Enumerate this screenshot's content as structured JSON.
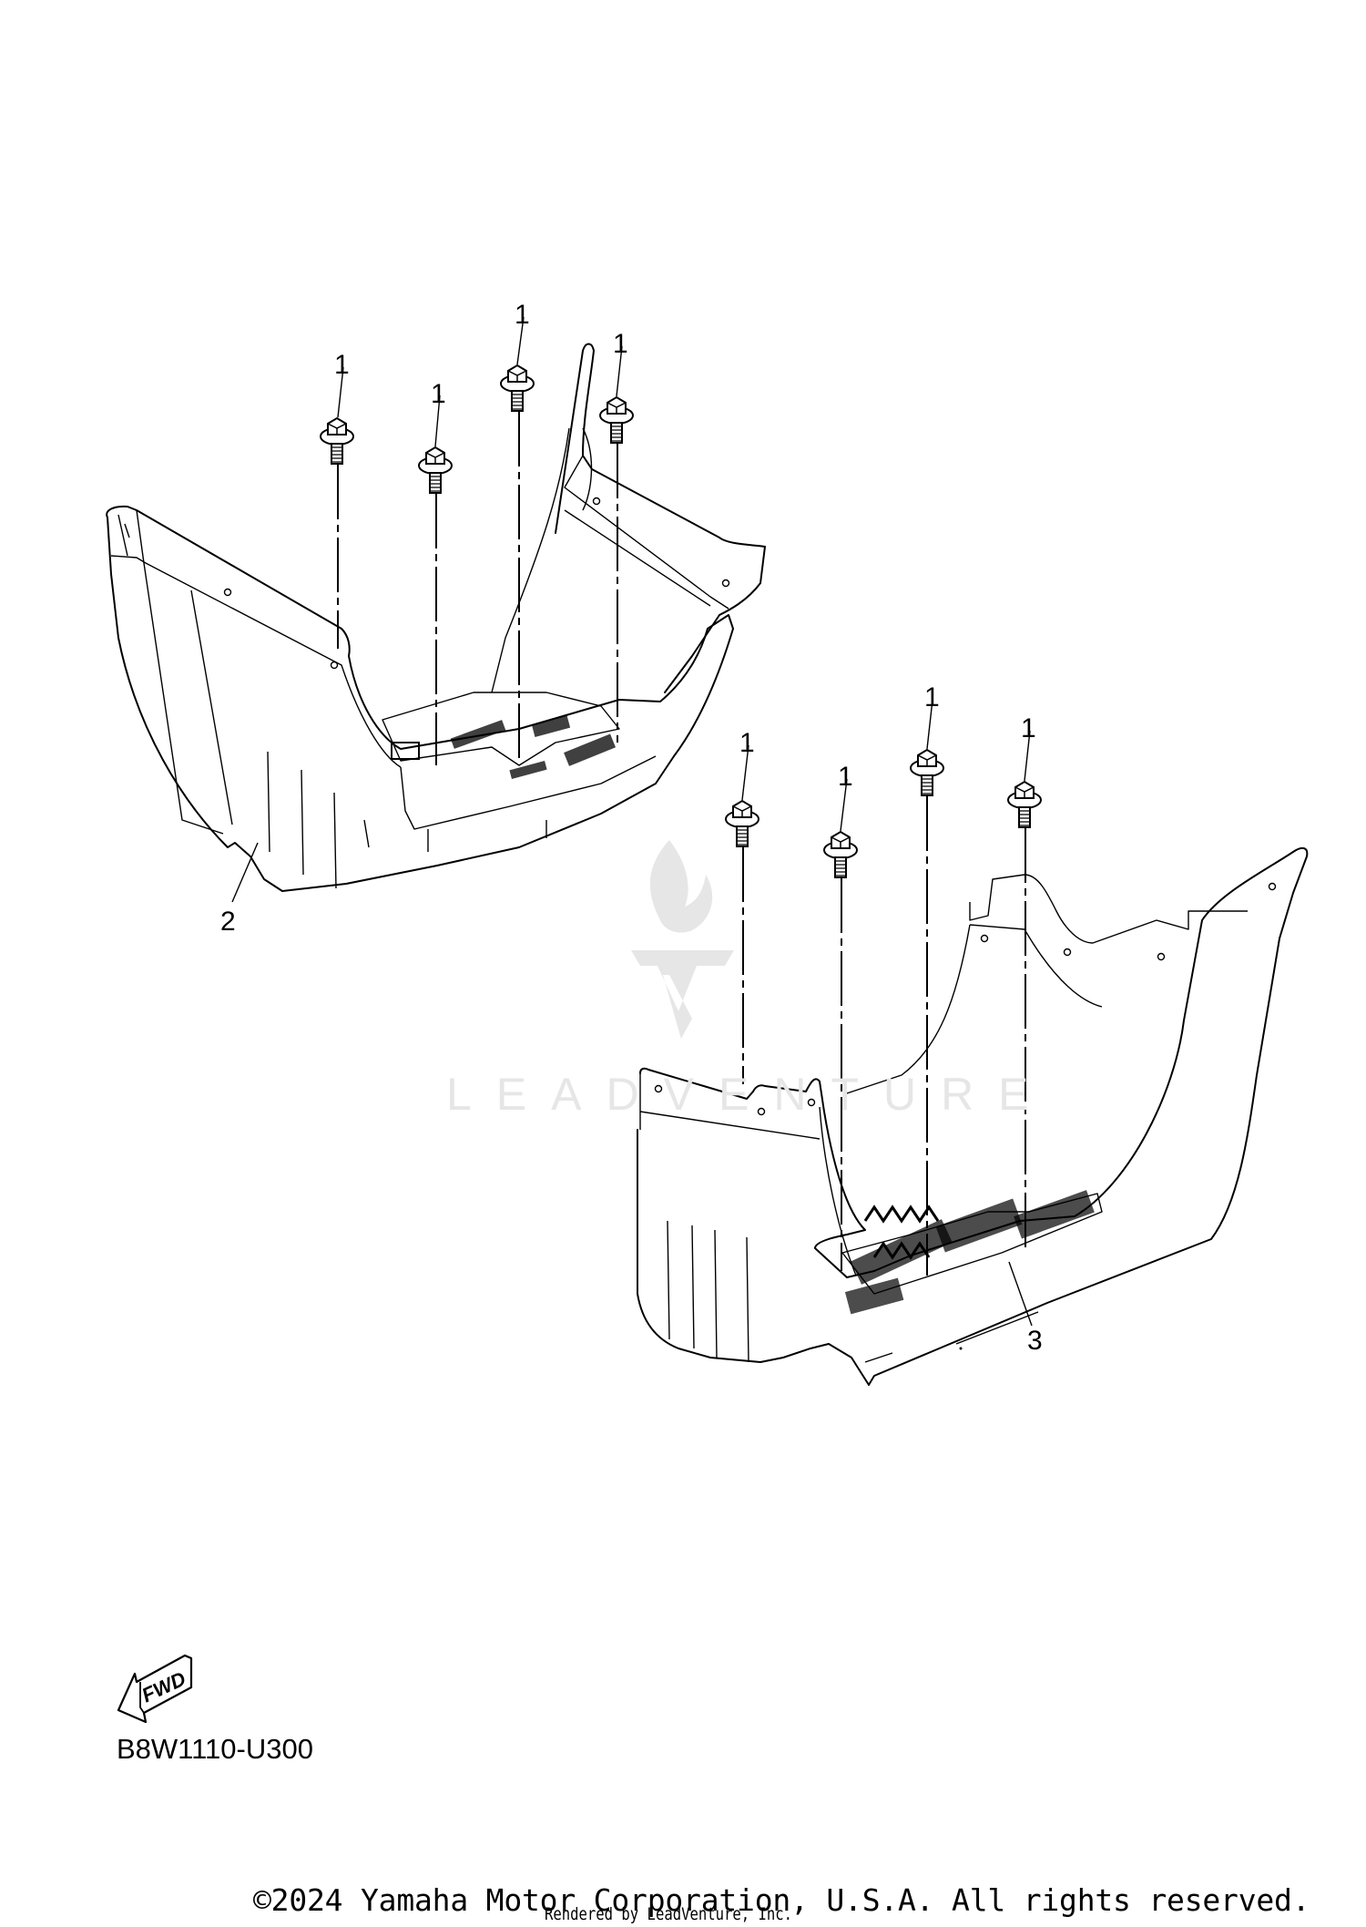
{
  "diagram": {
    "part_code": "B8W1110-U300",
    "fwd_label": "FWD",
    "watermark": "LEADVENTURE",
    "footer": {
      "copyright": "©2024 Yamaha Motor Corporation, U.S.A. All rights reserved.",
      "rendered_by": "Rendered by LeadVenture, Inc."
    },
    "callouts": [
      {
        "id": "bolt-a",
        "label": "1"
      },
      {
        "id": "bolt-b",
        "label": "1"
      },
      {
        "id": "bolt-c",
        "label": "1"
      },
      {
        "id": "bolt-d",
        "label": "1"
      },
      {
        "id": "bolt-e",
        "label": "1"
      },
      {
        "id": "bolt-f",
        "label": "1"
      },
      {
        "id": "bolt-g",
        "label": "1"
      },
      {
        "id": "bolt-h",
        "label": "1"
      },
      {
        "id": "footrest-left",
        "label": "2"
      },
      {
        "id": "footrest-right",
        "label": "3"
      }
    ],
    "parts": [
      {
        "ref": "1",
        "name": "bolt",
        "qty_shown": 8
      },
      {
        "ref": "2",
        "name": "footrest (left)"
      },
      {
        "ref": "3",
        "name": "footrest (right)"
      }
    ],
    "colors": {
      "line": "#000000",
      "watermark": "#e6e6e6",
      "background": "#ffffff"
    }
  }
}
